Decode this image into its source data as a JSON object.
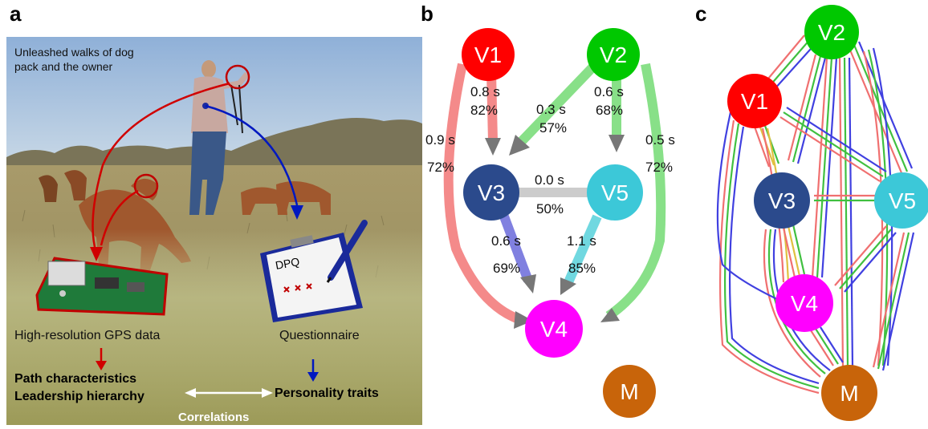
{
  "panel_labels": {
    "a": "a",
    "b": "b",
    "c": "c"
  },
  "panel_a": {
    "caption_top": [
      "Unleashed walks of dog",
      "pack and the owner"
    ],
    "clipboard_label": "DPQ",
    "gps_label": "High-resolution GPS data",
    "questionnaire_label": "Questionnaire",
    "path_label": "Path characteristics",
    "leadership_label": "Leadership hierarchy",
    "personality_label": "Personality traits",
    "correlations_label": "Correlations"
  },
  "panel_b": {
    "nodes": {
      "V1": "V1",
      "V2": "V2",
      "V3": "V3",
      "V5": "V5",
      "V4": "V4",
      "M": "M"
    },
    "edges": {
      "v1_v3": [
        "0.8 s",
        "82%"
      ],
      "v2_v3": [
        "0.3 s",
        "57%"
      ],
      "v2_v5": [
        "0.6 s",
        "68%"
      ],
      "v1_v4": [
        "0.9 s",
        "72%"
      ],
      "v2_v4": [
        "0.5 s",
        "72%"
      ],
      "v3_v5": [
        "0.0 s",
        "50%"
      ],
      "v3_v4": [
        "0.6 s",
        "69%"
      ],
      "v5_v4": [
        "1.1 s",
        "85%"
      ]
    }
  },
  "panel_c": {
    "nodes": {
      "V2": "V2",
      "V1": "V1",
      "V3": "V3",
      "V5": "V5",
      "V4": "V4",
      "M": "M"
    }
  },
  "colors": {
    "V1": "#ff0000",
    "V2": "#00c800",
    "V3": "#2b4a8c",
    "V5": "#3cc8d8",
    "V4": "#ff00ff",
    "M": "#c8640a",
    "red_arrow": "#d00000",
    "blue_arrow": "#0018c0",
    "edge_red": "#f88080",
    "edge_green": "#80e080",
    "edge_blue": "#5050f0",
    "edge_gray": "#cccccc",
    "edge_purple": "#8080e0",
    "edge_cyan": "#70d8e0"
  }
}
